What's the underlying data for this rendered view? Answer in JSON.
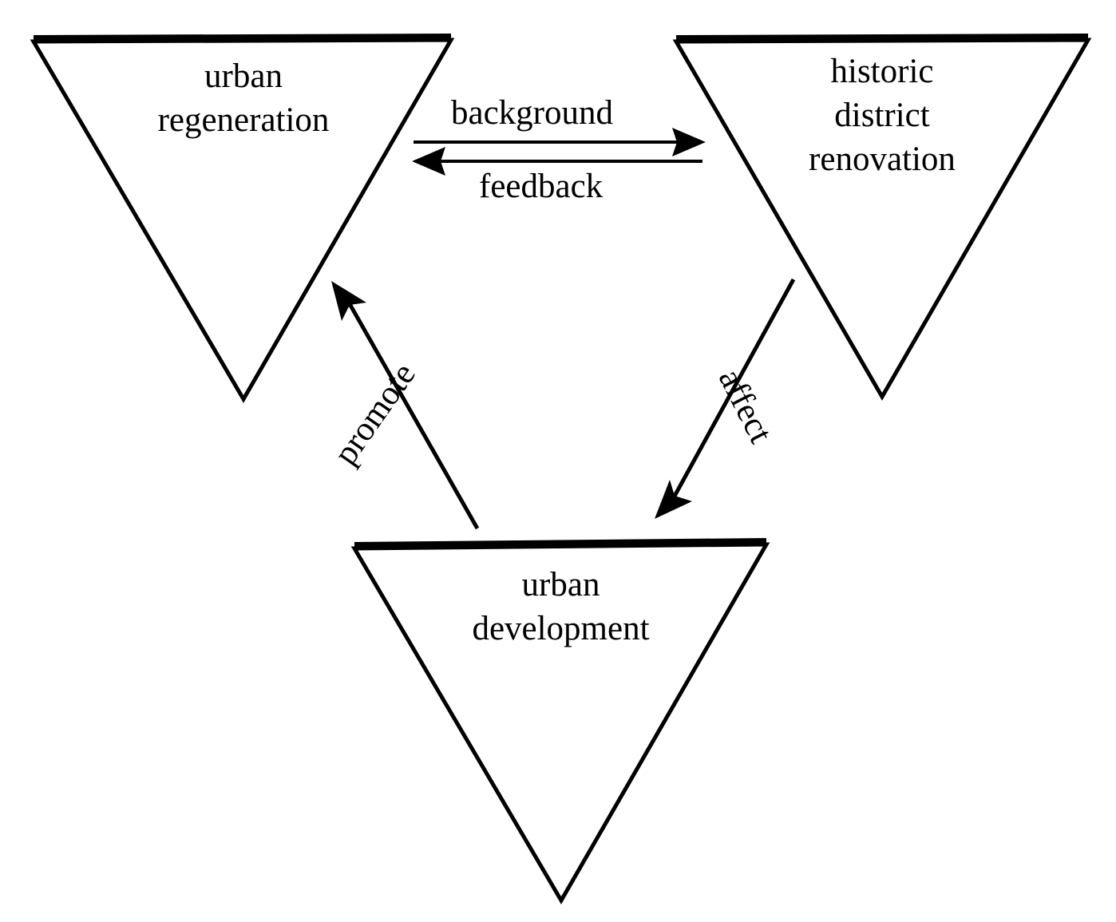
{
  "diagram": {
    "type": "relationship-diagram",
    "background_color": "#ffffff",
    "line_color": "#000000",
    "nodes": [
      {
        "id": "urban-regeneration",
        "label": "urban\nregeneration",
        "shape": "inverted-triangle",
        "position": "top-left"
      },
      {
        "id": "historic-district-renovation",
        "label": "historic\ndistrict\nrenovation",
        "shape": "inverted-triangle",
        "position": "top-right"
      },
      {
        "id": "urban-development",
        "label": "urban\ndevelopment",
        "shape": "inverted-triangle",
        "position": "bottom-center"
      }
    ],
    "edges": [
      {
        "id": "background",
        "label": "background",
        "from": "urban-regeneration",
        "to": "historic-district-renovation",
        "direction": "right",
        "label_position": "above"
      },
      {
        "id": "feedback",
        "label": "feedback",
        "from": "historic-district-renovation",
        "to": "urban-regeneration",
        "direction": "left",
        "label_position": "below"
      },
      {
        "id": "promote",
        "label": "promote",
        "from": "urban-development",
        "to": "urban-regeneration",
        "direction": "up-left",
        "label_position": "along-line"
      },
      {
        "id": "affect",
        "label": "affect",
        "from": "historic-district-renovation",
        "to": "urban-development",
        "direction": "down-left",
        "label_position": "along-line"
      }
    ]
  }
}
